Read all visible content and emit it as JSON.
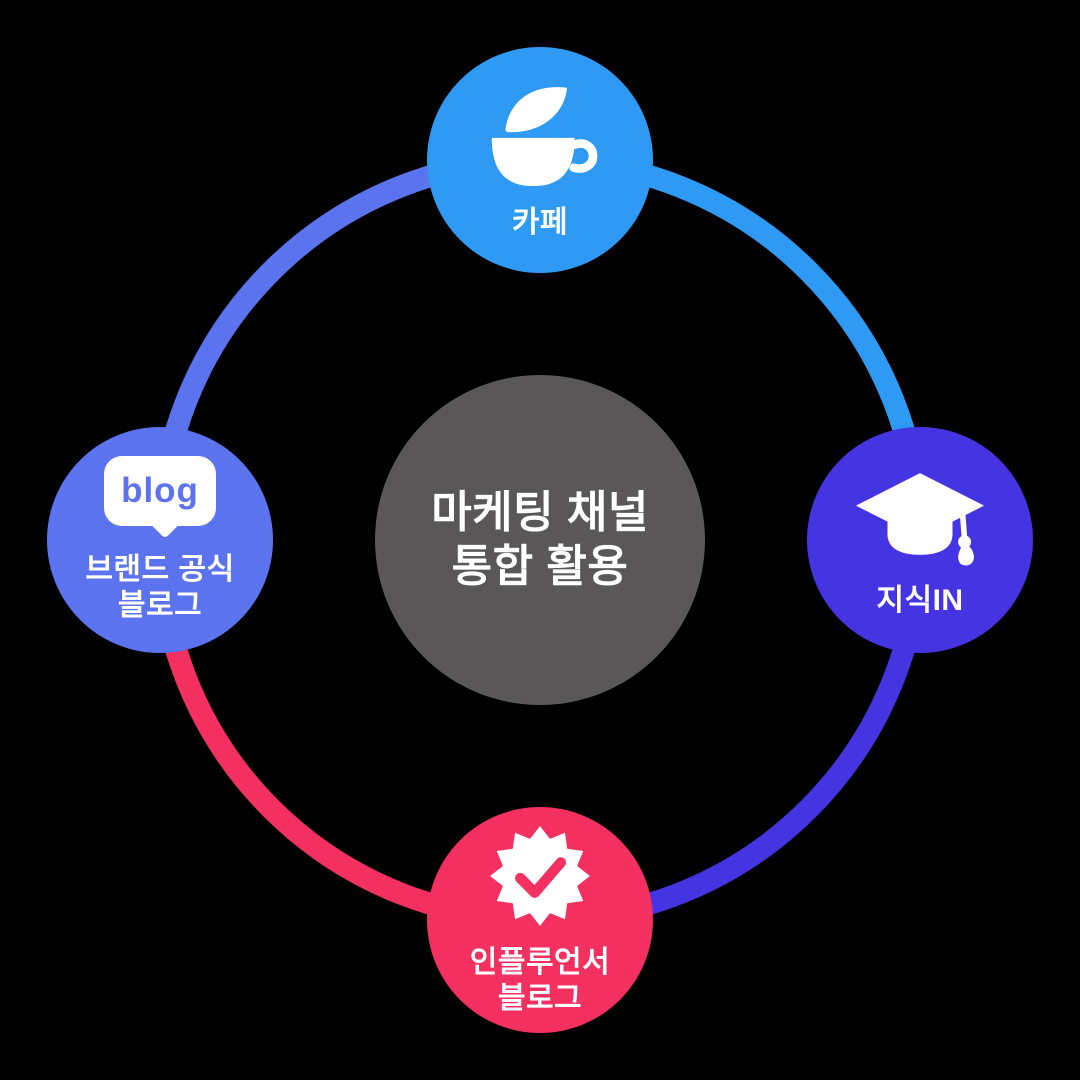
{
  "background_color": "#000000",
  "center": {
    "line1": "마케팅 채널",
    "line2": "통합 활용",
    "color": "#595758",
    "text_color": "#FFFFFF"
  },
  "ring": {
    "stroke_width": 22,
    "colors": {
      "top_left": "#5C73F0",
      "top_right": "#2E9AF4",
      "bottom_right": "#4534E1",
      "bottom_left": "#F3305F"
    }
  },
  "nodes": {
    "top": {
      "label": "카페",
      "color": "#2E9AF4",
      "icon": "cafe-cup-icon"
    },
    "right": {
      "label": "지식IN",
      "color": "#4534E1",
      "icon": "graduation-cap-icon"
    },
    "bottom": {
      "label_line1": "인플루언서",
      "label_line2": "블로그",
      "color": "#F3305F",
      "icon": "verified-check-badge-icon"
    },
    "left": {
      "label_line1": "브랜드 공식",
      "label_line2": "블로그",
      "color": "#5C73F0",
      "icon": "blog-speech-bubble-icon",
      "icon_text": "blog"
    }
  }
}
